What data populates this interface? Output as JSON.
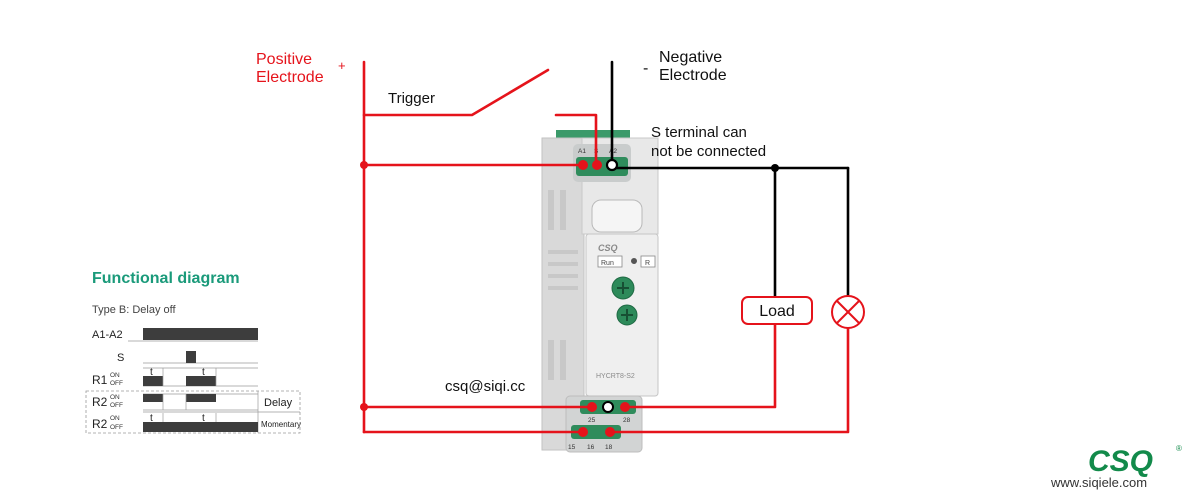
{
  "labels": {
    "positive_line1": "Positive",
    "positive_line2": "Electrode",
    "positive_sign": "+",
    "negative_sign": "-",
    "negative_line1": "Negative",
    "negative_line2": "Electrode",
    "trigger": "Trigger",
    "s_note_line1": "S terminal can",
    "s_note_line2": "not be connected",
    "email": "csq@siqi.cc",
    "load": "Load"
  },
  "functional_diagram": {
    "title": "Functional diagram",
    "subtitle": "Type B: Delay off",
    "row_a1a2": "A1-A2",
    "row_s": "S",
    "row_r1": "R1",
    "row_r2": "R2",
    "on": "ON",
    "off": "OFF",
    "t": "t",
    "delay_label": "Delay",
    "momentary_label": "Momentary"
  },
  "device": {
    "terminal_top": [
      "A1",
      "S",
      "A2"
    ],
    "brand": "CSQ",
    "run": "Run",
    "r": "R",
    "model": "HYCRT8-S2",
    "terminal_mid": [
      "25",
      "28"
    ],
    "terminal_bottom": [
      "15",
      "16",
      "18"
    ]
  },
  "brand": {
    "logo": "CSQ",
    "reg": "®",
    "website": "www.siqiele.com"
  },
  "colors": {
    "wire_red": "#e5131b",
    "wire_black": "#000000",
    "title_green": "#1a9a7a",
    "logo_green": "#128a4a"
  }
}
